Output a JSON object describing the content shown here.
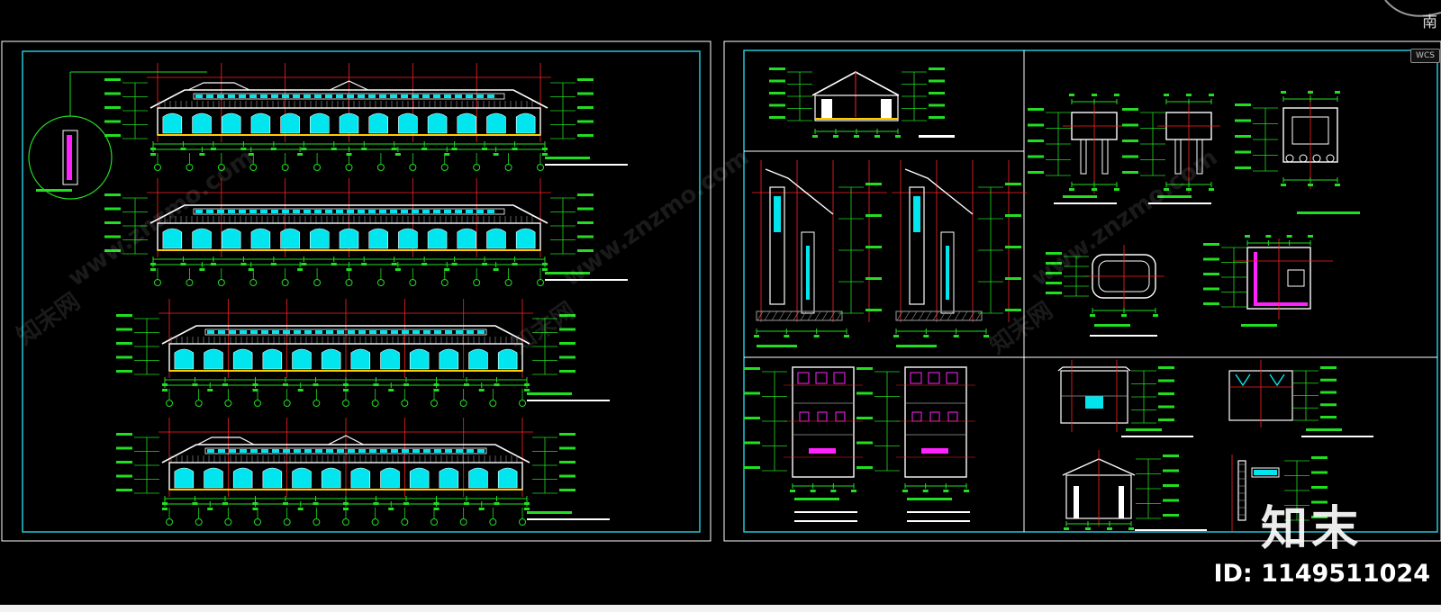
{
  "viewport": {
    "compass_label": "南",
    "ucs_label": "WCS"
  },
  "overlay": {
    "watermark_text": "www.znzmo.com",
    "watermark_brand": "知末网",
    "brand_logo": "知末",
    "asset_id": "ID: 1149511024"
  },
  "colors": {
    "background": "#000000",
    "frame": "#22c8d8",
    "dimension": "#22dd22",
    "axis": "#ff2222",
    "wall": "#ffffff",
    "window": "#00e5ee",
    "accent": "#ff22ff",
    "trim": "#ffcc00"
  },
  "sheets": [
    {
      "name": "sheet-elevations",
      "drawings": [
        "elevation-1",
        "elevation-2",
        "elevation-3",
        "elevation-4",
        "detail-circle"
      ]
    },
    {
      "name": "sheet-details",
      "drawings": [
        "gate-section",
        "wall-section-1",
        "wall-section-2",
        "plan-1",
        "plan-2",
        "detail-1",
        "detail-2",
        "detail-3",
        "detail-4",
        "detail-5",
        "detail-6",
        "detail-7",
        "detail-8",
        "detail-9"
      ]
    }
  ]
}
